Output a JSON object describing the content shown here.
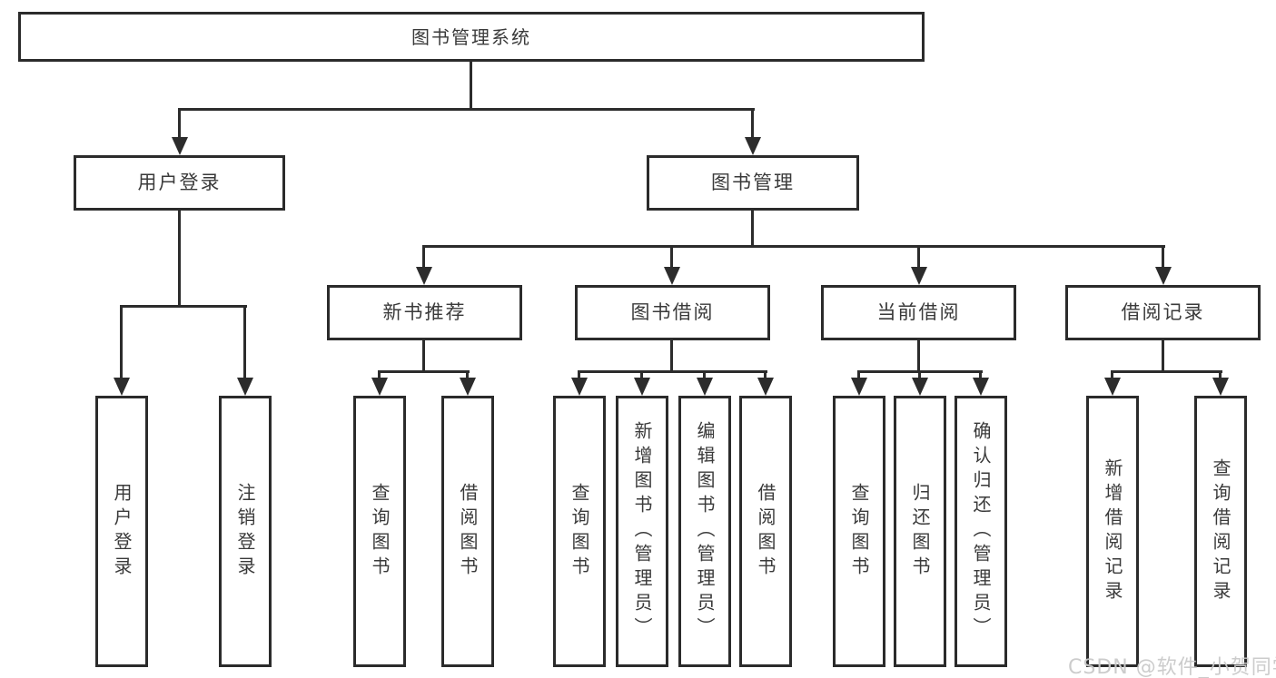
{
  "diagram": {
    "root": {
      "label": "图书管理系统"
    },
    "branches": [
      {
        "label": "用户登录",
        "children": [
          {
            "label": "用户登录"
          },
          {
            "label": "注销登录"
          }
        ]
      },
      {
        "label": "图书管理",
        "children": [
          {
            "label": "新书推荐",
            "children": [
              {
                "label": "查询图书"
              },
              {
                "label": "借阅图书"
              }
            ]
          },
          {
            "label": "图书借阅",
            "children": [
              {
                "label": "查询图书"
              },
              {
                "label": "新增图书（管理员）"
              },
              {
                "label": "编辑图书（管理员）"
              },
              {
                "label": "借阅图书"
              }
            ]
          },
          {
            "label": "当前借阅",
            "children": [
              {
                "label": "查询图书"
              },
              {
                "label": "归还图书"
              },
              {
                "label": "确认归还（管理员）"
              }
            ]
          },
          {
            "label": "借阅记录",
            "children": [
              {
                "label": "新增借阅记录"
              },
              {
                "label": "查询借阅记录"
              }
            ]
          }
        ]
      }
    ]
  },
  "watermark": {
    "text": "CSDN @软件_小贺同学"
  },
  "colors": {
    "background": "#ffffff",
    "line": "#2c2c2c",
    "box_border": "#2b2b2b",
    "text": "#3a3a3a",
    "watermark": "#c9c9c9"
  }
}
